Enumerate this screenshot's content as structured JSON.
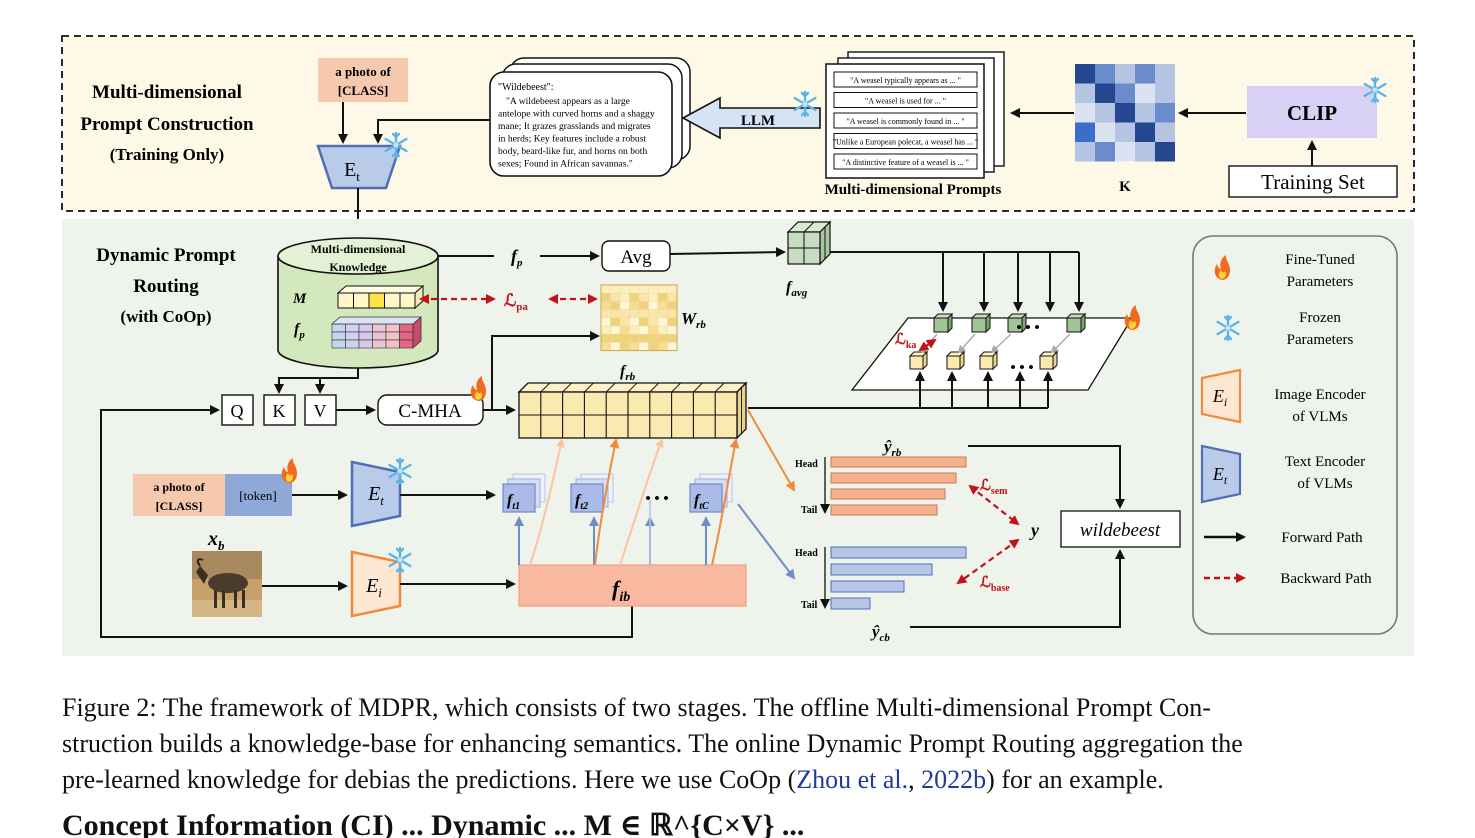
{
  "stage1": {
    "title_line1": "Multi-dimensional",
    "title_line2": "Prompt Construction",
    "title_line3": "(Training Only)",
    "template_line1": "a photo of",
    "template_line2": "[CLASS]",
    "text_encoder": "E",
    "text_encoder_sub": "t",
    "llm_output_title": "\"Wildebeest\":",
    "llm_output_lines": [
      "\"A wildebeest appears as a large",
      "antelope with curved horns and a shaggy",
      "mane; It grazes grasslands and migrates",
      "in herds; Key features include a robust",
      "body, beard-like fur, and horns on both",
      "sexes; Found in African savannas.\""
    ],
    "llm_label": "LLM",
    "prompts": [
      "\"A weasel typically appears as ... \"",
      "\"A weasel is used for ... \"",
      "\"A weasel is commonly found in ... \"",
      "\"Unlike a European polecat, a weasel has ... \"",
      "\"A distinctive feature of a weasel is ... \""
    ],
    "prompts_caption": "Multi-dimensional Prompts",
    "k_label": "K",
    "clip_label": "CLIP",
    "training_set_label": "Training Set"
  },
  "stage2": {
    "title_line1": "Dynamic Prompt",
    "title_line2": "Routing",
    "title_line3": "(with CoOp)",
    "knowledge_line1": "Multi-dimensional",
    "knowledge_line2": "Knowledge",
    "m_label": "M",
    "fp_label": "f",
    "fp_sub": "p",
    "avg_label": "Avg",
    "favg_label": "f",
    "favg_sub": "avg",
    "lpa_label": "ℒ",
    "lpa_sub": "pa",
    "wrb_label": "W",
    "wrb_sub": "rb",
    "frb_label": "f",
    "frb_sub": "rb",
    "q_label": "Q",
    "k_label": "K",
    "v_label": "V",
    "cmha_label": "C-MHA",
    "lka_label": "ℒ",
    "lka_sub": "ka",
    "dots": "• • •",
    "prompt_line1": "a photo of",
    "prompt_line2": "[CLASS]",
    "token_label": "[token]",
    "et_label": "E",
    "et_sub": "t",
    "ei_label": "E",
    "ei_sub": "i",
    "xb_label": "x",
    "xb_sub": "b",
    "ft_labels": [
      "f",
      "f",
      "f"
    ],
    "ft_subs": [
      "t1",
      "t2",
      "tC"
    ],
    "ft_dots": "• • •",
    "fib_label": "f",
    "fib_sub": "ib",
    "yrb_label": "ŷ",
    "yrb_sub": "rb",
    "ycb_label": "ŷ",
    "ycb_sub": "cb",
    "head_label": "Head",
    "tail_label": "Tail",
    "lsem_label": "ℒ",
    "lsem_sub": "sem",
    "lbase_label": "ℒ",
    "lbase_sub": "base",
    "y_label": "y",
    "result_label": "wildebeest"
  },
  "legend": {
    "items": [
      {
        "icon": "fire-icon",
        "line1": "Fine-Tuned",
        "line2": "Parameters"
      },
      {
        "icon": "snowflake-icon",
        "line1": "Frozen",
        "line2": "Parameters"
      },
      {
        "icon": "image-encoder-icon",
        "line1": "Image Encoder",
        "line2": "of VLMs"
      },
      {
        "icon": "text-encoder-icon",
        "line1": "Text Encoder",
        "line2": "of VLMs"
      },
      {
        "icon": "forward-arrow-icon",
        "line1": "Forward Path",
        "line2": ""
      },
      {
        "icon": "backward-arrow-icon",
        "line1": "Backward Path",
        "line2": ""
      }
    ],
    "ei_label": "E",
    "ei_sub": "i",
    "et_label": "E",
    "et_sub": "t"
  },
  "caption": {
    "line1": "Figure 2: The framework of MDPR, which consists of two stages. The offline Multi-dimensional Prompt Con-",
    "line2": "struction builds a knowledge-base for enhancing semantics. The online Dynamic Prompt Routing aggregation the",
    "line3_pre": "pre-learned knowledge for debias the predictions. Here we use CoOp (",
    "line3_cite1": "Zhou et al.",
    "line3_mid": ", ",
    "line3_cite2": "2022b",
    "line3_post": ") for an example.",
    "cutoff": "Concept Information (CI) ... Dynamic ... M ∈ ℝ^{C×V} ..."
  },
  "colors": {
    "stage1_bg": "#fdf9e6",
    "stage2_bg": "#eef3eb",
    "template_fill": "#f6c9ae",
    "token_fill": "#8fa8d8",
    "encoder_blue": "#6f8cc9",
    "encoder_orange": "#f0a05a",
    "fib_fill": "#f8b9a0",
    "frb_fill": "#fbeab0",
    "favg_fill": "#c7dcc1",
    "clip_fill": "#d9d0f6",
    "loss_red": "#c0141a",
    "orange_bars": "#f4b18d",
    "blue_bars": "#b7c5e6"
  }
}
